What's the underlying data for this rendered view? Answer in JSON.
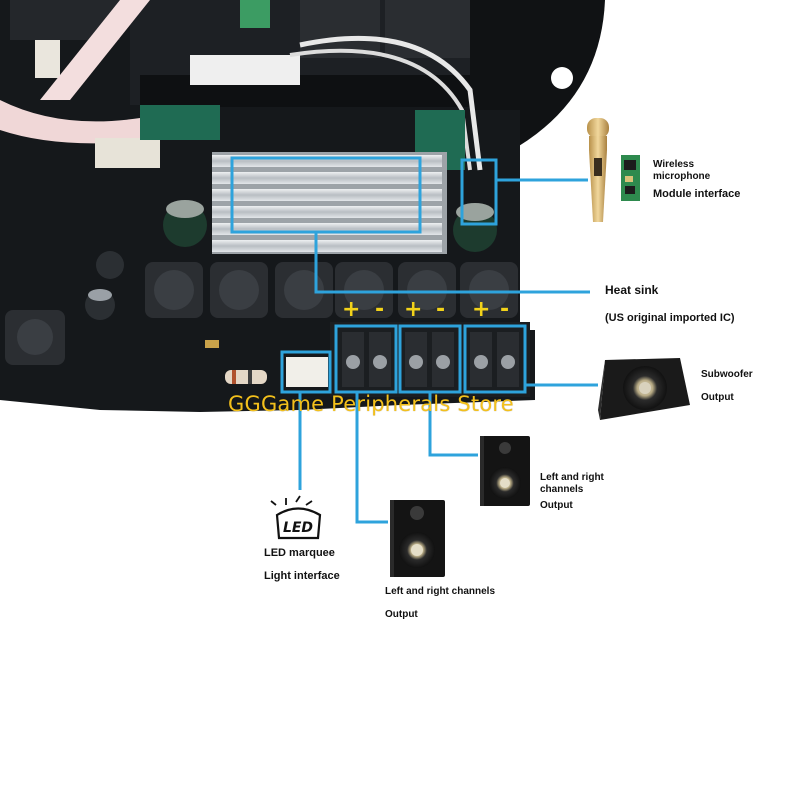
{
  "labels": {
    "wireless_line1": "Wireless",
    "wireless_line2": "microphone",
    "module_interface": "Module interface",
    "heat_sink": "Heat sink",
    "heat_sink_note": "(US original imported IC)",
    "subwoofer": "Subwoofer",
    "subwoofer_output": "Output",
    "lr_top_line1": "Left and right",
    "lr_top_line2": "channels",
    "lr_top_output": "Output",
    "led_marquee": "LED marquee",
    "light_interface": "Light interface",
    "lr_bottom": "Left and right channels",
    "lr_bottom_output": "Output"
  },
  "led_icon_text": "LED",
  "polarity": [
    "+",
    "-",
    "+",
    "-",
    "+",
    "-"
  ],
  "watermark": "GGGame Peripherals Store",
  "colors": {
    "callout_blue": "#2ea3dc",
    "pcb_black": "#15181b",
    "heatsink_silver": "#c9cdd1",
    "polarity_yellow": "#f2d21a",
    "watermark_yellow": "#f3c01c",
    "mic_gold": "#d9b46a"
  },
  "icons": [
    "wireless-microphone-icon",
    "mic-module-board-icon",
    "subwoofer-icon",
    "bookshelf-speaker-icon",
    "led-light-icon"
  ]
}
